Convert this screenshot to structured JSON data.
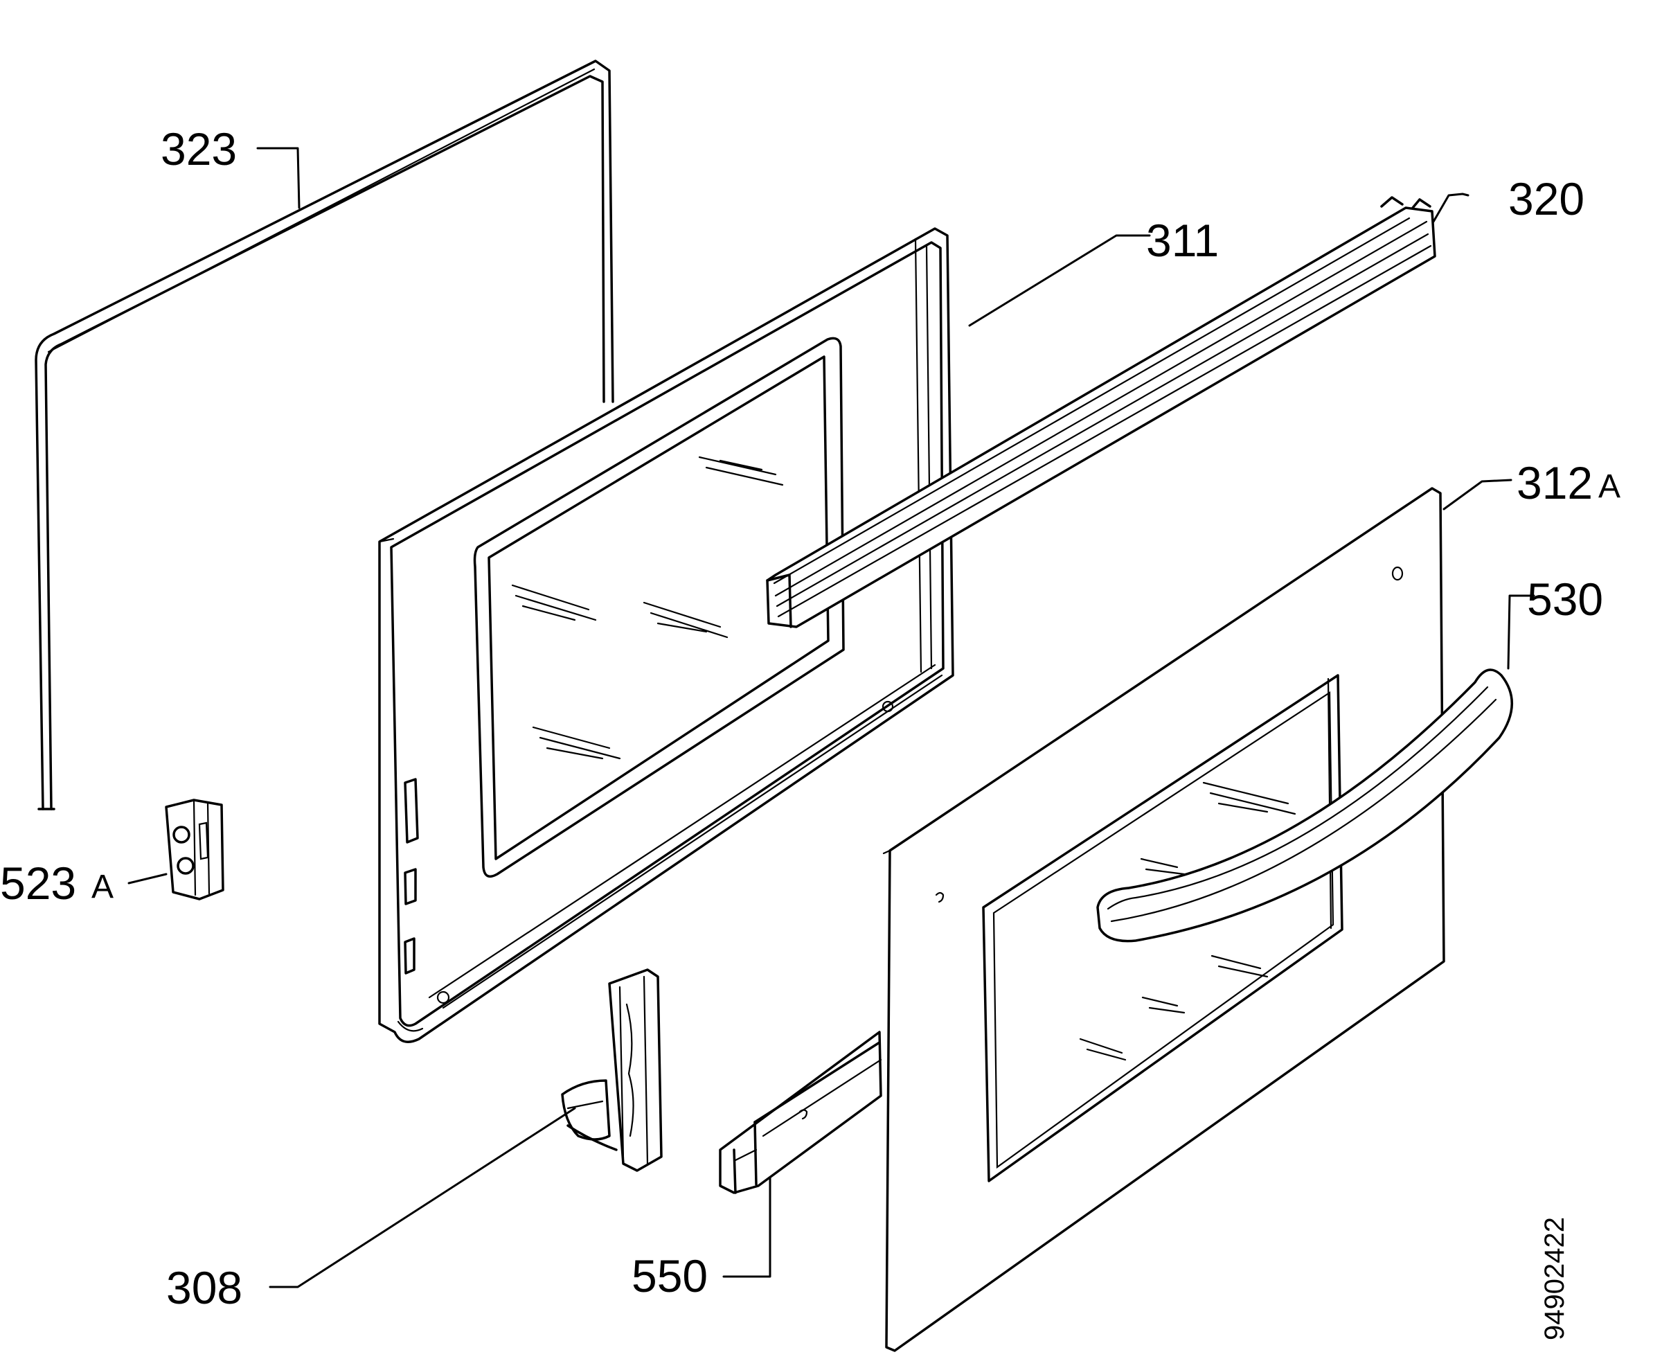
{
  "parts": [
    {
      "id": "323",
      "number": "323",
      "suffix": ""
    },
    {
      "id": "320",
      "number": "320",
      "suffix": ""
    },
    {
      "id": "311",
      "number": "311",
      "suffix": ""
    },
    {
      "id": "312A",
      "number": "312",
      "suffix": "A"
    },
    {
      "id": "530",
      "number": "530",
      "suffix": ""
    },
    {
      "id": "523A",
      "number": "523",
      "suffix": "A"
    },
    {
      "id": "308",
      "number": "308",
      "suffix": ""
    },
    {
      "id": "550",
      "number": "550",
      "suffix": ""
    }
  ],
  "drawing_number": "94902422"
}
